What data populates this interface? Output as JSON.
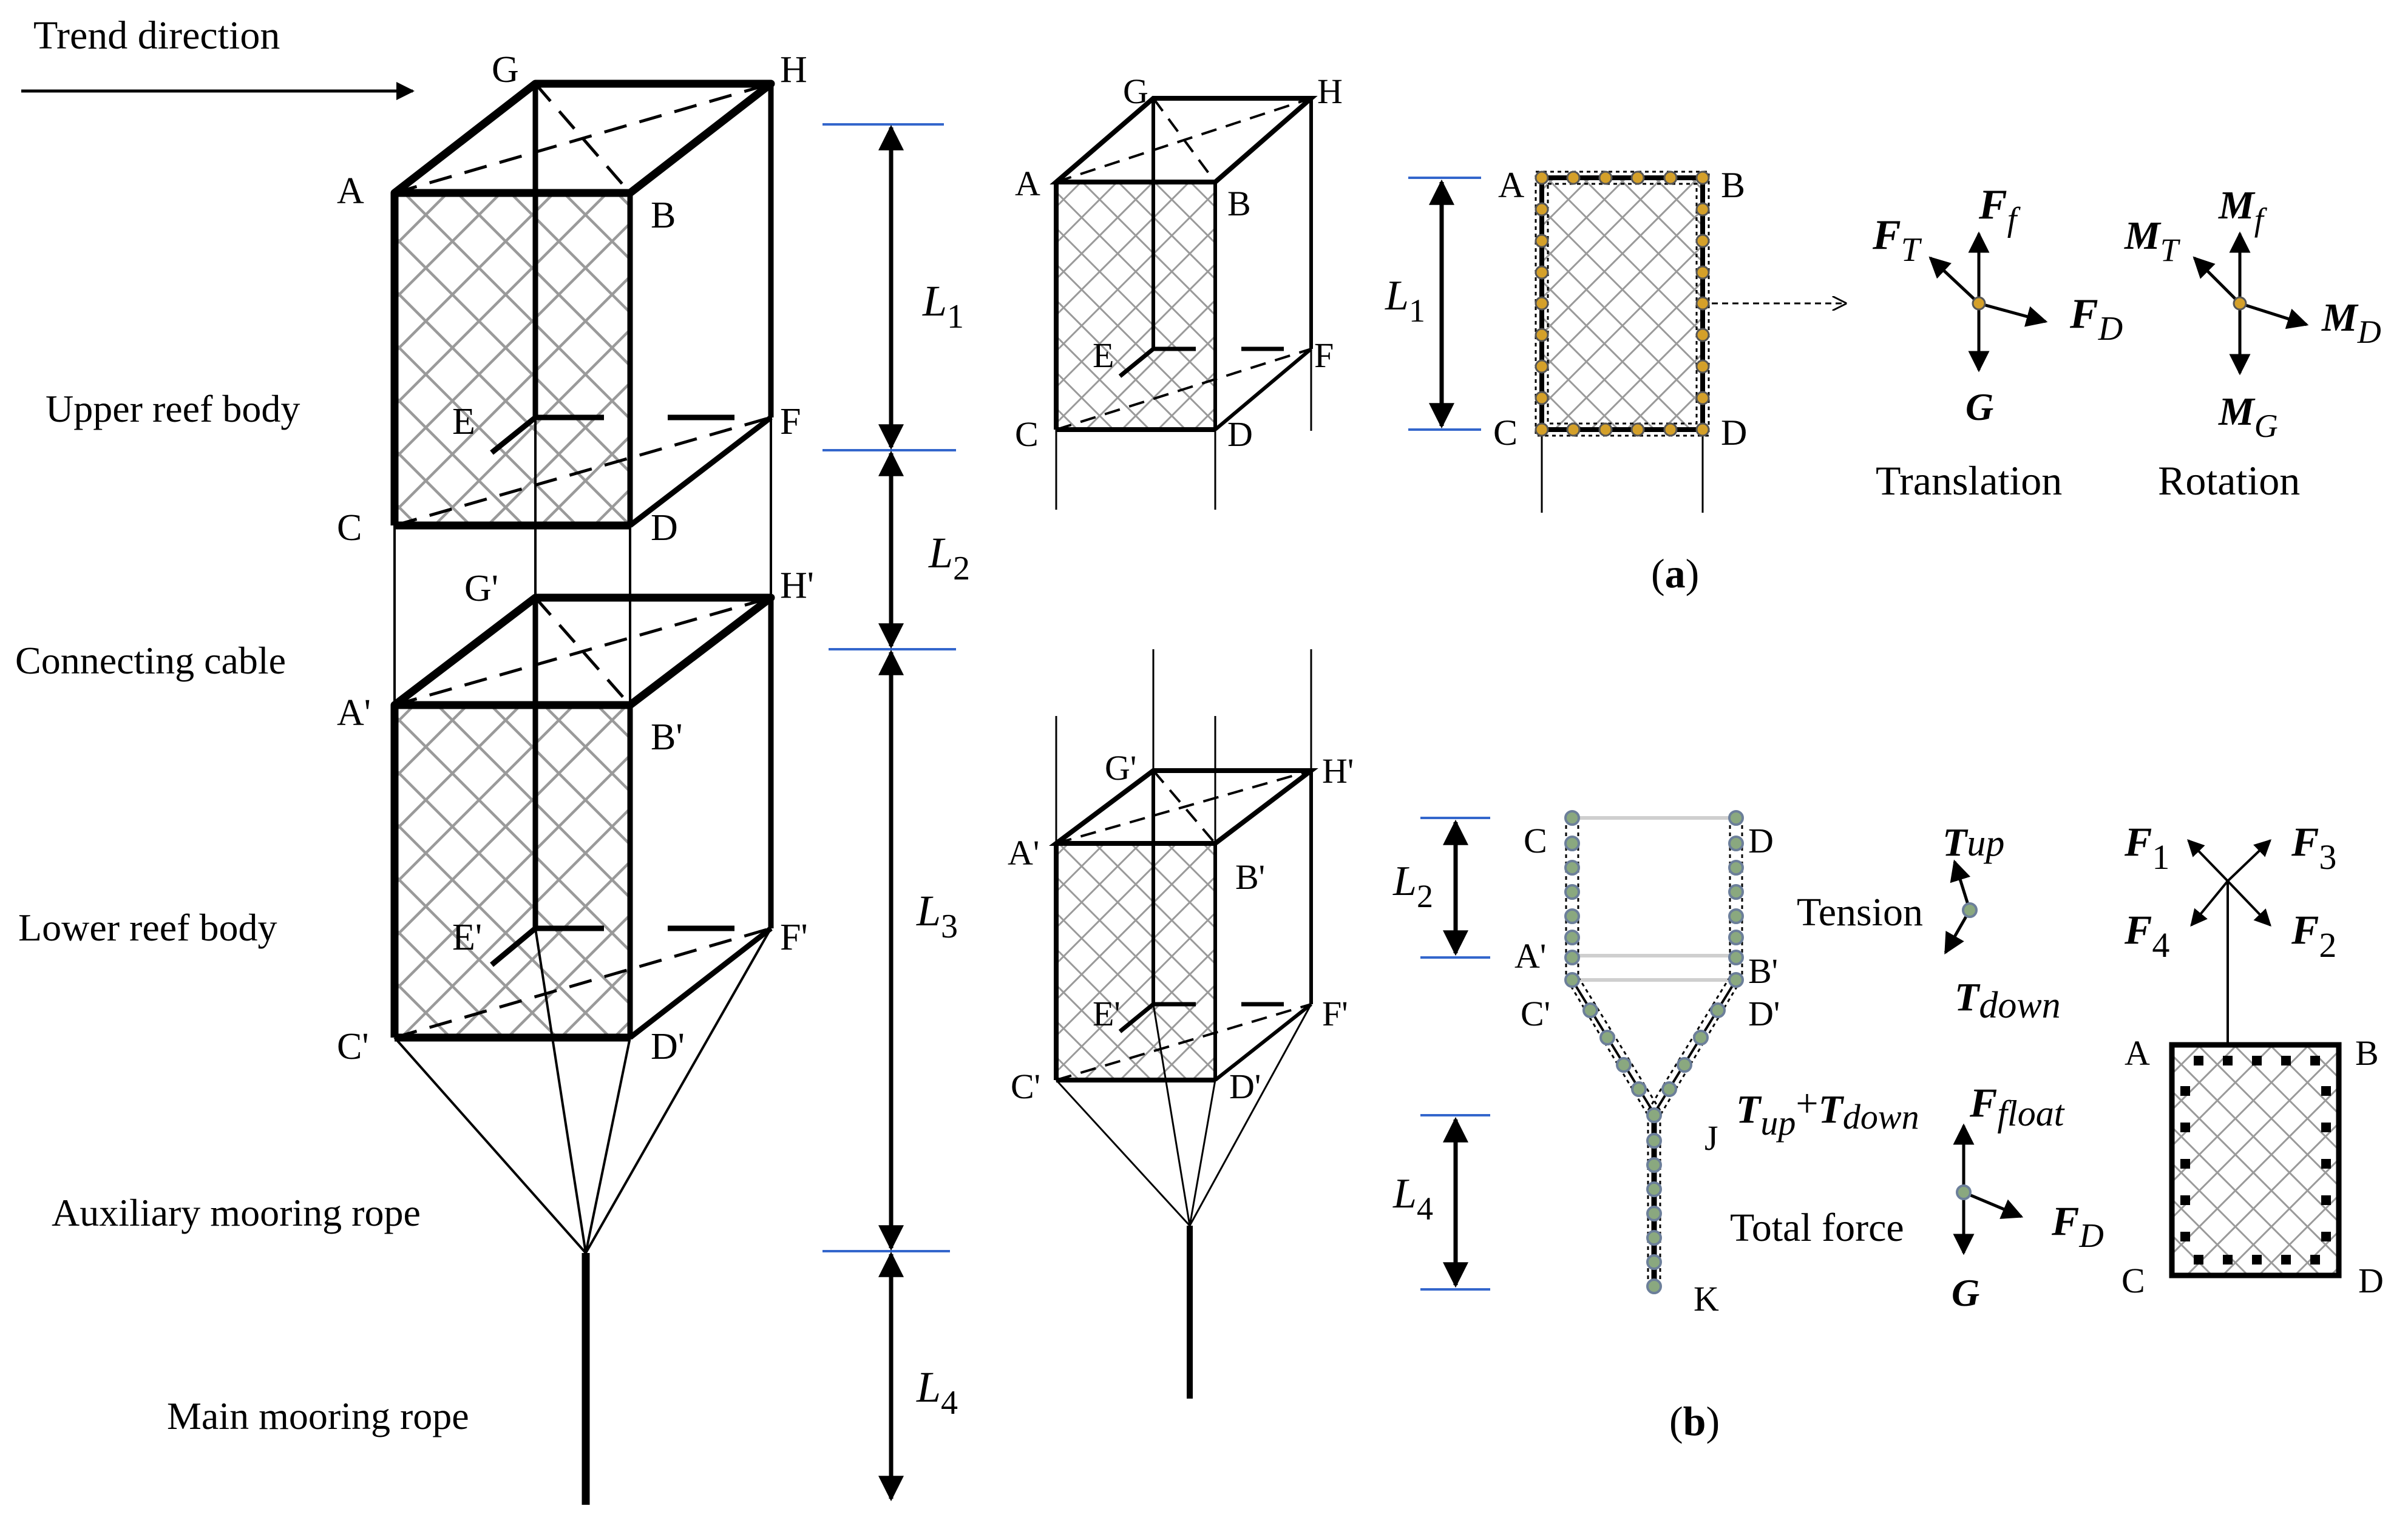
{
  "labels": {
    "trend": "Trend direction",
    "upper_reef": "Upper reef body",
    "connecting_cable": "Connecting cable",
    "lower_reef": "Lower reef body",
    "aux_rope": "Auxiliary mooring rope",
    "main_rope": "Main mooring rope",
    "translation": "Translation",
    "rotation": "Rotation",
    "tension": "Tension",
    "total_force": "Total force",
    "panel_a": "a",
    "panel_b": "b"
  },
  "points": {
    "A": "A",
    "B": "B",
    "C": "C",
    "D": "D",
    "E": "E",
    "F": "F",
    "G": "G",
    "H": "H",
    "A2": "A'",
    "B2": "B'",
    "C2": "C'",
    "D2": "D'",
    "E2": "E'",
    "F2": "F'",
    "G2": "G'",
    "H2": "H'",
    "J": "J",
    "K": "K"
  },
  "dims": {
    "L": "L",
    "n1": "1",
    "n2": "2",
    "n3": "3",
    "n4": "4"
  },
  "forces": {
    "F": "F",
    "M": "M",
    "T": "T",
    "G": "G",
    "sub_f": "f",
    "sub_T": "T",
    "sub_D": "D",
    "sub_G": "G",
    "sub_up": "up",
    "sub_down": "down",
    "sub_float": "float",
    "plus": "+",
    "n1": "1",
    "n2": "2",
    "n3": "3",
    "n4": "4"
  }
}
